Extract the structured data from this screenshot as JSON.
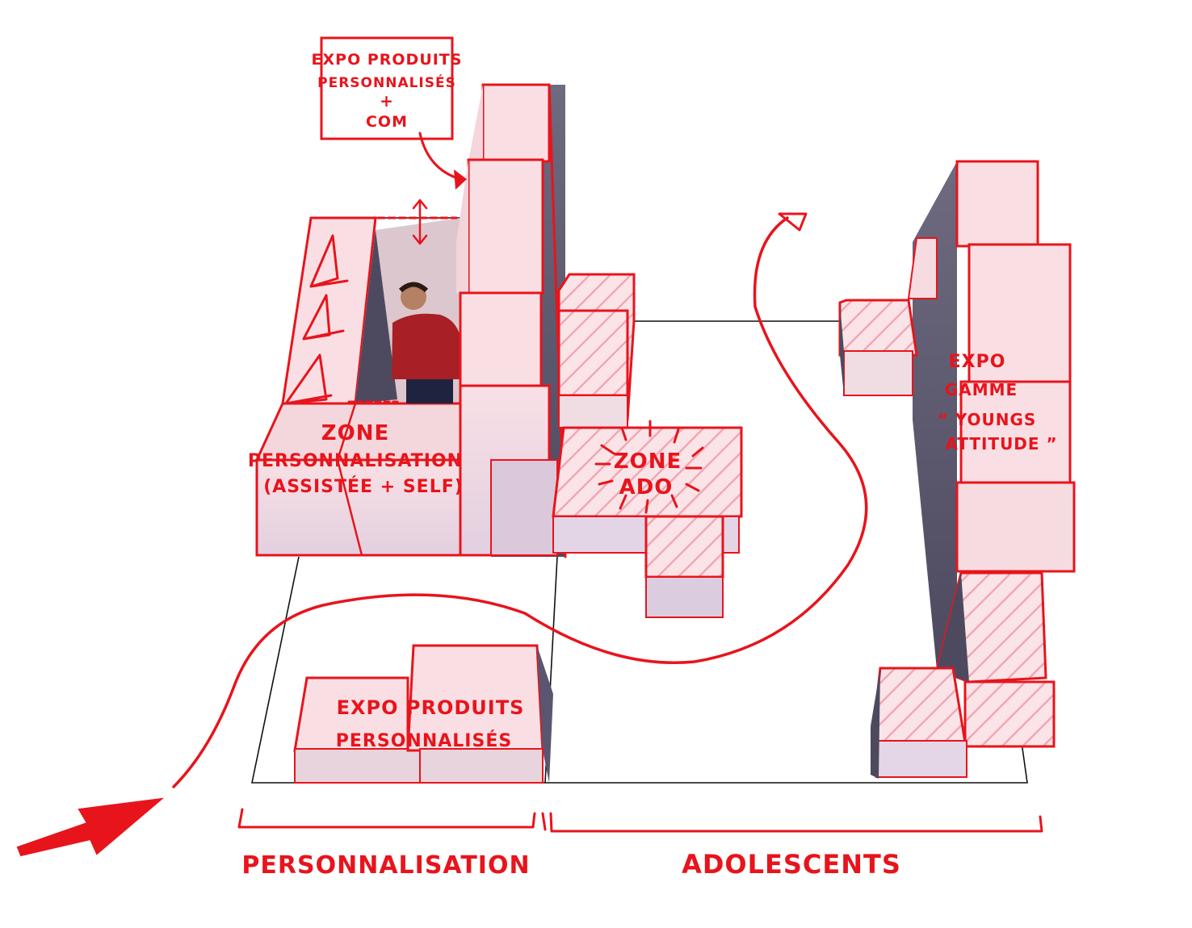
{
  "labels": {
    "expo_com": [
      "EXPO PRODUITS",
      "PERSONNALISÉS",
      "+",
      "COM"
    ],
    "zone_perso": [
      "ZONE",
      "PERSONNALISATION",
      "(ASSISTÉE + SELF)"
    ],
    "zone_ado": [
      "ZONE",
      "ADO"
    ],
    "expo_gamme": [
      "EXPO",
      "GAMME",
      "“ YOUNGS",
      "ATTITUDE ”"
    ],
    "expo_produits": [
      "EXPO PRODUITS",
      "PERSONNALISÉS"
    ]
  },
  "sections": {
    "left": "PERSONNALISATION",
    "right": "ADOLESCENTS"
  },
  "colors": {
    "ink": "#e8141c",
    "block_face": "#f8dde2",
    "block_side": "#5a5670",
    "floor_line": "#111111"
  }
}
